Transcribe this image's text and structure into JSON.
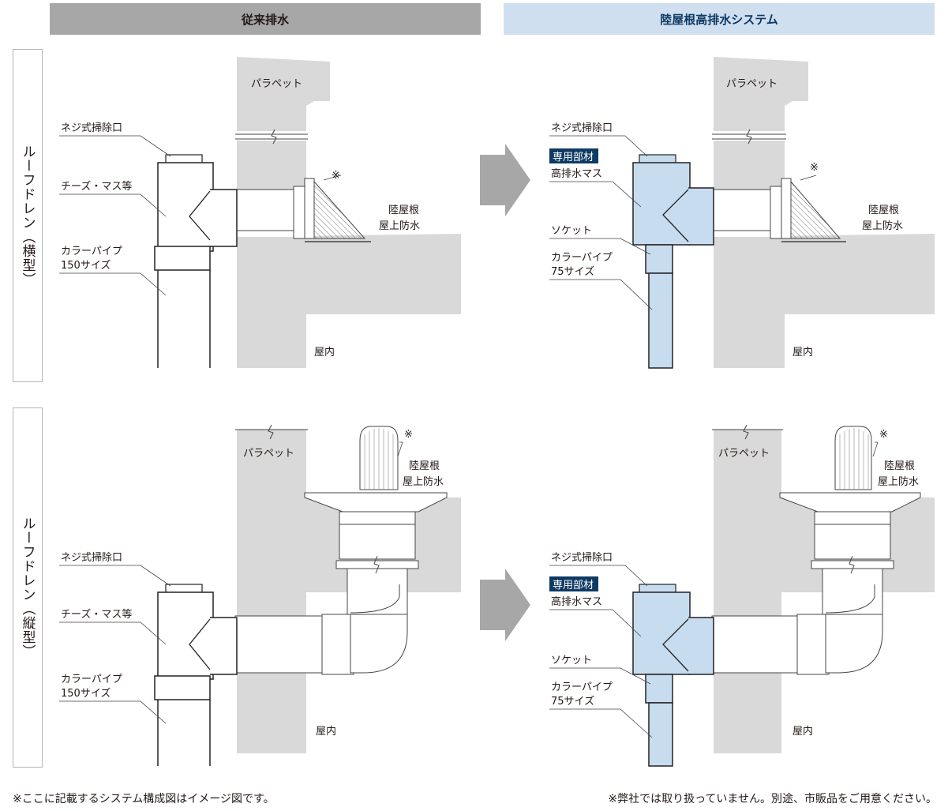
{
  "headers": {
    "conventional": "従来排水",
    "system": "陸屋根高排水システム"
  },
  "row_labels": {
    "horizontal": "ルーフドレン（横型）",
    "vertical": "ルーフドレン（縦型）"
  },
  "labels": {
    "parapet": "パラペット",
    "screw_cleanout": "ネジ式掃除口",
    "cheese_mass": "チーズ・マス等",
    "color_pipe": "カラーパイプ",
    "size_150": "150サイズ",
    "size_75": "75サイズ",
    "flat_roof": "陸屋根",
    "roof_waterproof": "屋上防水",
    "indoor": "屋内",
    "asterisk": "※",
    "dedicated_part": "専用部材",
    "high_drain_mass": "高排水マス",
    "socket": "ソケット"
  },
  "notes": {
    "left": "※ここに記載するシステム構成図はイメージ図です。",
    "right": "※弊社では取り扱っていません。別途、市販品をご用意ください。"
  },
  "colors": {
    "wall": "#d9d9d9",
    "pipe_blue": "#c8dcef",
    "badge": "#0e3a63",
    "header_gray": "#a7a7a7",
    "header_blue": "#cfdff0"
  }
}
